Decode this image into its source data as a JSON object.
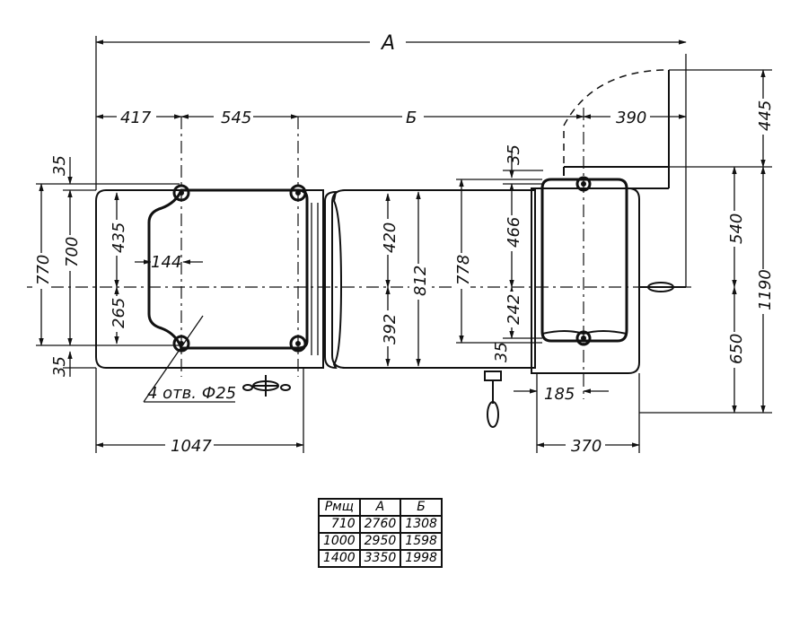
{
  "dimensions": {
    "overall_a": "А",
    "overall_b": "Б",
    "d417": "417",
    "d545": "545",
    "d390": "390",
    "d445": "445",
    "d35_top_left": "35",
    "d35_bottom_left": "35",
    "d770": "770",
    "d700": "700",
    "d435": "435",
    "d144": "144",
    "d265": "265",
    "d420": "420",
    "d812": "812",
    "d392": "392",
    "d778": "778",
    "d35_right_top": "35",
    "d466": "466",
    "d242": "242",
    "d35_right_bottom": "35",
    "d540": "540",
    "d1190": "1190",
    "d650": "650",
    "d185": "185",
    "d370": "370",
    "d1047": "1047",
    "holes_note": "4 отв. Ф25"
  },
  "table": {
    "headers": [
      "Рмщ",
      "А",
      "Б"
    ],
    "rows": [
      [
        "710",
        "2760",
        "1308"
      ],
      [
        "1000",
        "2950",
        "1598"
      ],
      [
        "1400",
        "3350",
        "1998"
      ]
    ]
  }
}
